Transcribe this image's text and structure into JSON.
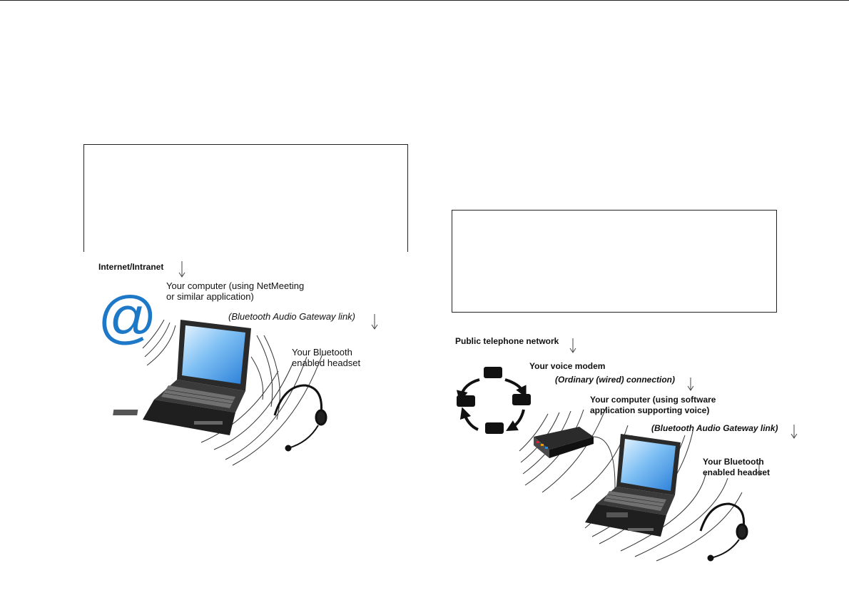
{
  "left_diagram": {
    "internet_label": "Internet/Intranet",
    "computer_label": "Your computer (using NetMeeting\nor similar application)",
    "link_label": "(Bluetooth Audio Gateway link)",
    "headset_label": "Your Bluetooth\nenabled headset",
    "at_symbol": "@"
  },
  "right_diagram": {
    "network_label": "Public telephone network",
    "modem_label": "Your voice modem",
    "wired_label": "(Ordinary (wired) connection)",
    "computer_label": "Your computer (using software\napplication supporting voice)",
    "link_label": "(Bluetooth Audio Gateway link)",
    "headset_label": "Your Bluetooth\nenabled headset"
  },
  "colors": {
    "at_symbol": "#1e78c8",
    "screen": "#3a8ee0",
    "laptop": "#2a2a2a"
  }
}
